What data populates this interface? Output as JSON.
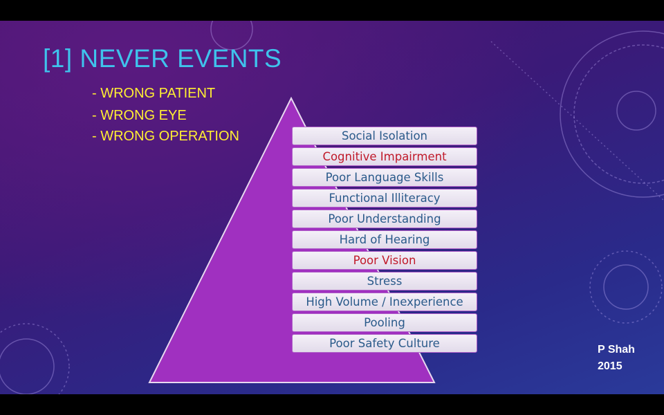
{
  "slide": {
    "title": "[1] NEVER EVENTS",
    "bullets": [
      "- WRONG PATIENT",
      "- WRONG EYE",
      "- WRONG OPERATION"
    ],
    "pyramid_items": [
      {
        "label": "Social Isolation",
        "highlight": false
      },
      {
        "label": "Cognitive Impairment",
        "highlight": true
      },
      {
        "label": "Poor Language Skills",
        "highlight": false
      },
      {
        "label": "Functional Illiteracy",
        "highlight": false
      },
      {
        "label": "Poor Understanding",
        "highlight": false
      },
      {
        "label": "Hard of Hearing",
        "highlight": false
      },
      {
        "label": "Poor Vision",
        "highlight": true
      },
      {
        "label": "Stress",
        "highlight": false
      },
      {
        "label": "High Volume / Inexperience",
        "highlight": false
      },
      {
        "label": "Pooling",
        "highlight": false
      },
      {
        "label": "Poor Safety Culture",
        "highlight": false
      }
    ],
    "author": "P Shah",
    "year": "2015",
    "colors": {
      "title": "#3fc3ec",
      "bullets": "#ffee33",
      "pyramid": "#a030c0",
      "item_text": "#2a5a8a",
      "item_highlight": "#c01a2a"
    }
  }
}
